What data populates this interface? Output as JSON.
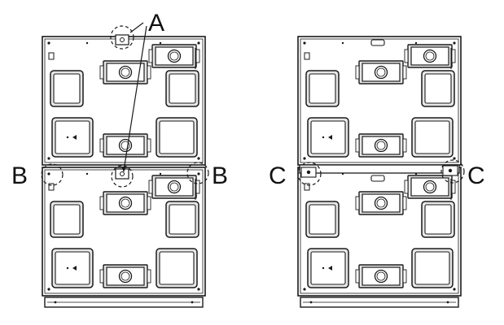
{
  "callouts": {
    "a": "A",
    "b_left": "B",
    "b_right": "B",
    "c_left": "C",
    "c_right": "C"
  },
  "colors": {
    "line": "#1a1a1a",
    "background": "#ffffff",
    "component_fill": "#e6e6e6"
  }
}
